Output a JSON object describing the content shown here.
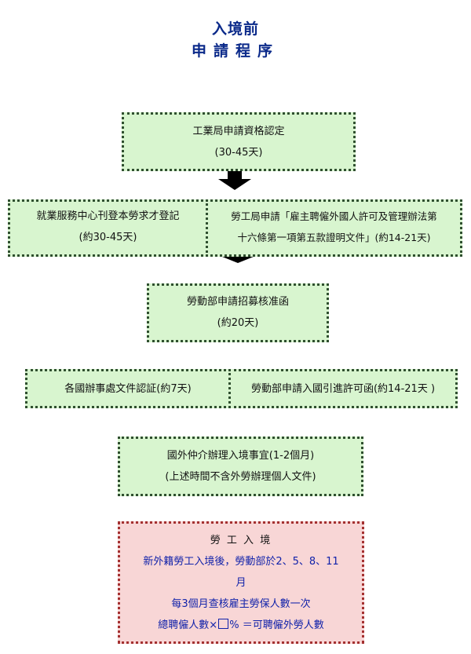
{
  "title": {
    "line1": "入境前",
    "line2": "申請程序"
  },
  "boxes": {
    "industry": {
      "line1": "工業局申請資格認定",
      "line2": "(30-45天)"
    },
    "employment": {
      "line1": "就業服務中心刊登本勞求才登記",
      "line2": "(約30-45天)"
    },
    "labor_bureau": {
      "line1": "勞工局申請「雇主聘僱外國人許可及管理辦法第",
      "line2": "十六條第一項第五款證明文件」(約14-21天)"
    },
    "recruit": {
      "line1": "勞動部申請招募核准函",
      "line2": "(約20天)"
    },
    "consulate": {
      "line1": "各國辦事處文件認証(約7天)"
    },
    "entry_permit": {
      "line1": "勞動部申請入國引進許可函(約14-21天 )"
    },
    "agency": {
      "line1": "國外仲介辦理入境事宜(1-2個月)",
      "line2": "(上述時間不含外勞辦理個人文件)"
    },
    "worker_entry": {
      "heading": "勞 工 入 境",
      "line1": "新外籍勞工入境後，勞動部於2、5、8、11",
      "line2": "月",
      "line3": "每3個月查核雇主勞保人數一次",
      "line4_a": "總聘僱人數×",
      "line4_b": "% ＝可聘僱外勞人數"
    }
  },
  "colors": {
    "title": "#0b2a8a",
    "green_box": "#d8f5cf",
    "red_box": "#f8d6d6",
    "blue_text": "#1122aa"
  }
}
